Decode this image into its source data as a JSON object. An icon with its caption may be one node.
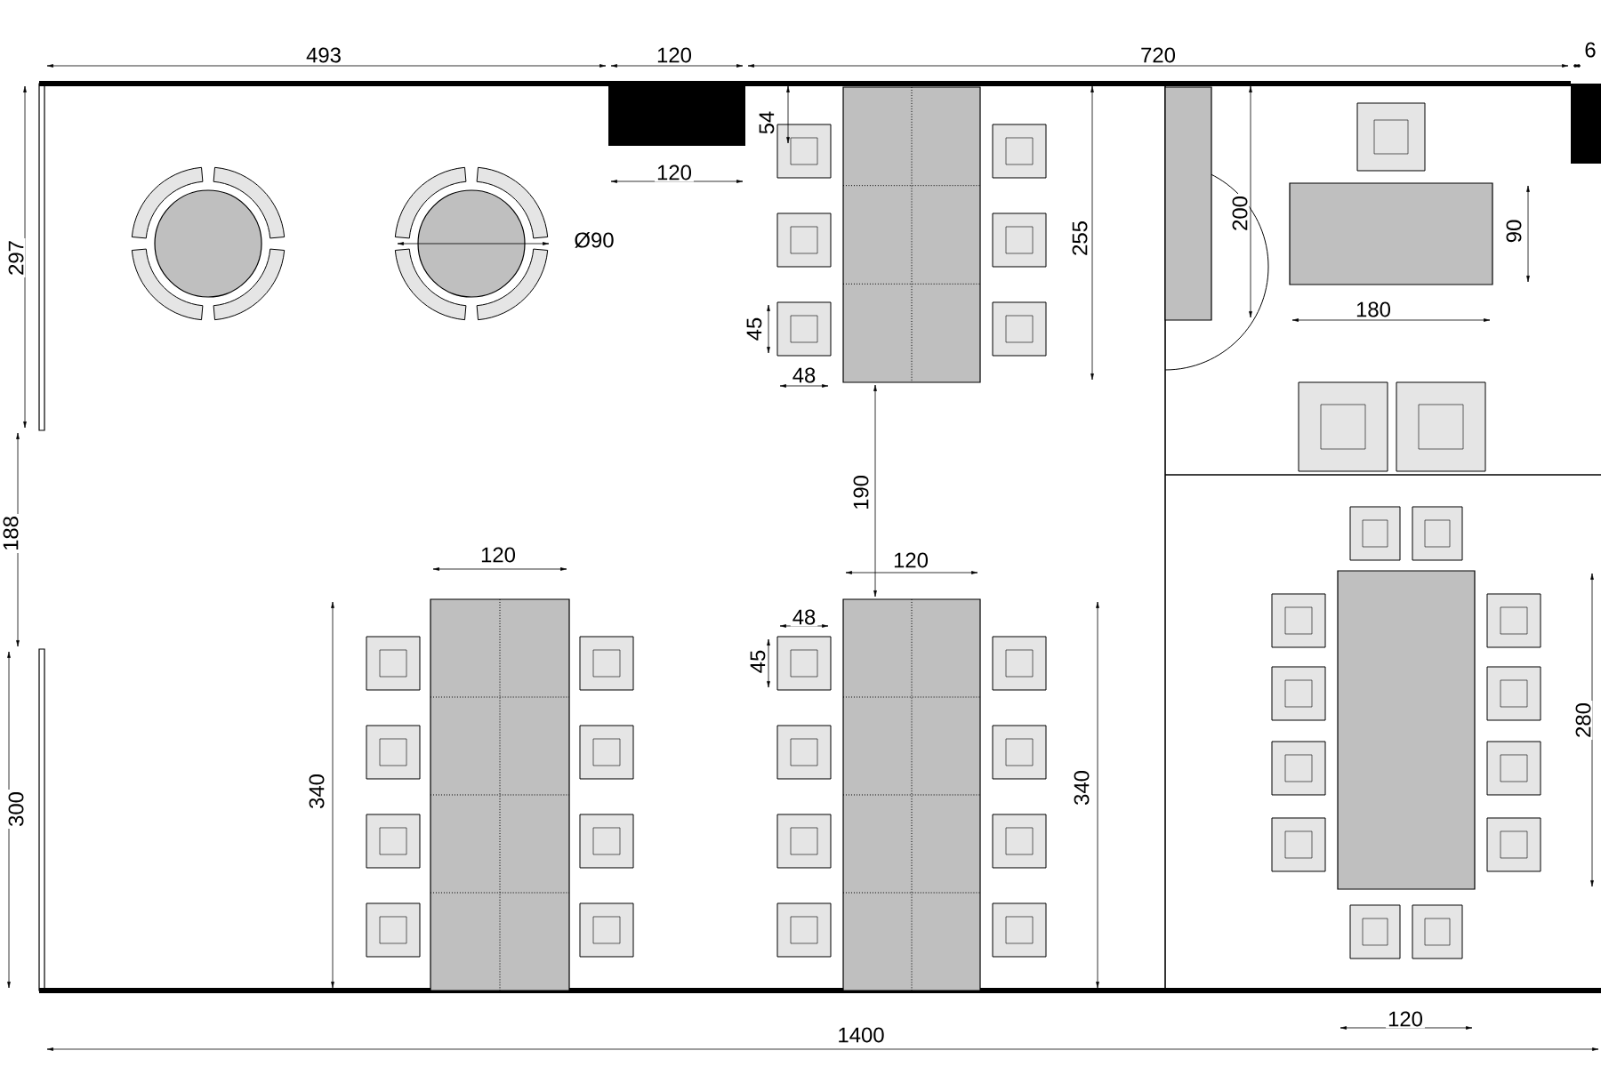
{
  "diagram": {
    "labels": [
      "493",
      "120",
      "720",
      "6",
      "54",
      "120",
      "297",
      "Ø90",
      "255",
      "200",
      "90",
      "180",
      "45",
      "48",
      "190",
      "188",
      "120",
      "120",
      "48",
      "45",
      "300",
      "340",
      "340",
      "280",
      "120",
      "1400"
    ]
  }
}
